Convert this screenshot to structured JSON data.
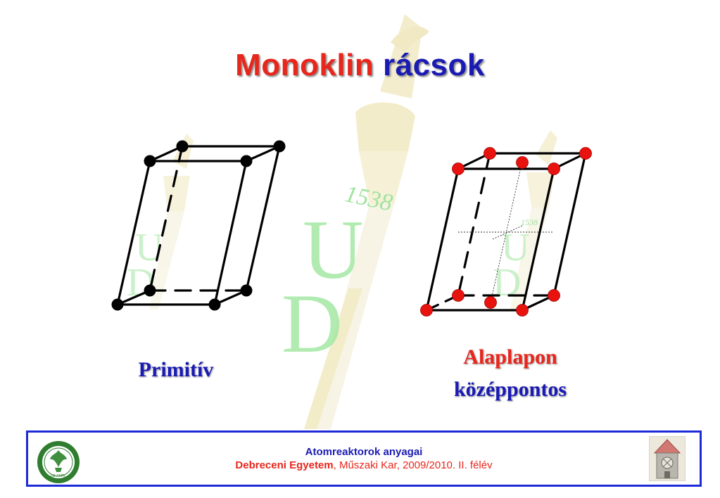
{
  "title": {
    "word1": "Monoklin",
    "word2": "rácsok"
  },
  "watermark": {
    "year": "1538",
    "letter1": "U",
    "letter2": "D"
  },
  "labels": {
    "primitive": "Primitív",
    "centered_line1": "Alaplapon",
    "centered_line2": "középpontos"
  },
  "footer": {
    "course": "Atomreaktorok anyagai",
    "university": "Debreceni Egyetem",
    "rest": ", Műszaki Kar, 2009/2010. II. félév",
    "seal_text": "DE AMTC"
  },
  "colors": {
    "title_red": "#e8261c",
    "title_blue": "#1a1ab4",
    "footer_border": "#1e2ad8",
    "lattice_point_black": "#000000",
    "lattice_point_red": "#e8130f",
    "watermark_yellow": "#e9dd9a",
    "watermark_green": "#8fe08f"
  }
}
